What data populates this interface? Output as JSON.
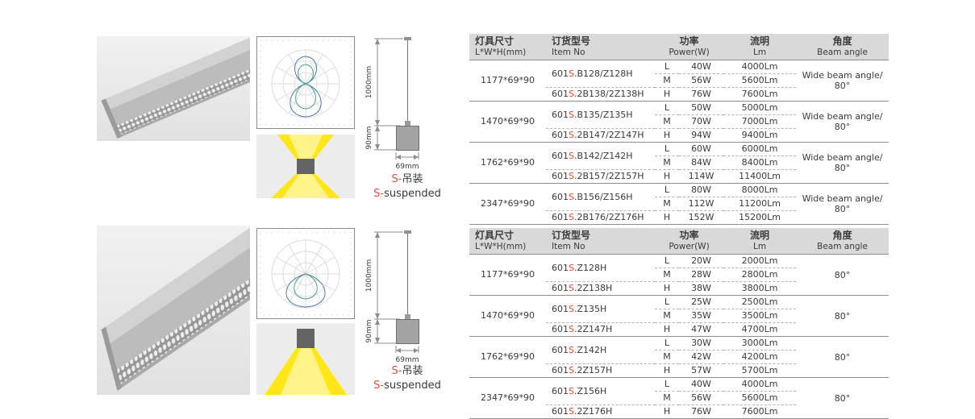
{
  "accent_color": "#e8503a",
  "suspension_label": {
    "prefix": "S-",
    "cn": "吊装",
    "en_prefix": "S-",
    "en": "suspended"
  },
  "dimensions": {
    "drop": "1000mm",
    "height": "90mm",
    "width": "69mm"
  },
  "table_headers": {
    "size_cn": "灯具尺寸",
    "size_en": "L*W*H(mm)",
    "item_cn": "订货型号",
    "item_en": "Item No",
    "power_cn": "功率",
    "power_en": "Power(W)",
    "lumen_cn": "流明",
    "lumen_en": "Lm",
    "angle_cn": "角度",
    "angle_en": "Beam angle"
  },
  "tables": [
    {
      "groups": [
        {
          "size": "1177*69*90",
          "item1": {
            "pre": "601",
            "s": "S",
            "rest": ".B128/Z128H"
          },
          "item2": {
            "pre": "601",
            "s": "S",
            "rest": ".2B138/2Z138H"
          },
          "rows": [
            {
              "mode": "L",
              "power": "40W",
              "lumen": "4000Lm"
            },
            {
              "mode": "M",
              "power": "56W",
              "lumen": "5600Lm"
            },
            {
              "mode": "H",
              "power": "76W",
              "lumen": "7600Lm"
            }
          ],
          "angle1": "Wide beam angle/",
          "angle2": "80°"
        },
        {
          "size": "1470*69*90",
          "item1": {
            "pre": "601",
            "s": "S",
            "rest": ".B135/Z135H"
          },
          "item2": {
            "pre": "601",
            "s": "S",
            "rest": ".2B147/2Z147H"
          },
          "rows": [
            {
              "mode": "L",
              "power": "50W",
              "lumen": "5000Lm"
            },
            {
              "mode": "M",
              "power": "70W",
              "lumen": "7000Lm"
            },
            {
              "mode": "H",
              "power": "94W",
              "lumen": "9400Lm"
            }
          ],
          "angle1": "Wide beam angle/",
          "angle2": "80°"
        },
        {
          "size": "1762*69*90",
          "item1": {
            "pre": "601",
            "s": "S",
            "rest": ".B142/Z142H"
          },
          "item2": {
            "pre": "601",
            "s": "S",
            "rest": ".2B157/2Z157H"
          },
          "rows": [
            {
              "mode": "L",
              "power": "60W",
              "lumen": "6000Lm"
            },
            {
              "mode": "M",
              "power": "84W",
              "lumen": "8400Lm"
            },
            {
              "mode": "H",
              "power": "114W",
              "lumen": "11400Lm"
            }
          ],
          "angle1": "Wide beam angle/",
          "angle2": "80°"
        },
        {
          "size": "2347*69*90",
          "item1": {
            "pre": "601",
            "s": "S",
            "rest": ".B156/Z156H"
          },
          "item2": {
            "pre": "601",
            "s": "S",
            "rest": ".2B176/2Z176H"
          },
          "rows": [
            {
              "mode": "L",
              "power": "80W",
              "lumen": "8000Lm"
            },
            {
              "mode": "M",
              "power": "112W",
              "lumen": "11200Lm"
            },
            {
              "mode": "H",
              "power": "152W",
              "lumen": "15200Lm"
            }
          ],
          "angle1": "Wide beam angle/",
          "angle2": "80°"
        }
      ]
    },
    {
      "groups": [
        {
          "size": "1177*69*90",
          "item1": {
            "pre": "601",
            "s": "S",
            "rest": ".Z128H"
          },
          "item2": {
            "pre": "601",
            "s": "S",
            "rest": ".2Z138H"
          },
          "rows": [
            {
              "mode": "L",
              "power": "20W",
              "lumen": "2000Lm"
            },
            {
              "mode": "M",
              "power": "28W",
              "lumen": "2800Lm"
            },
            {
              "mode": "H",
              "power": "38W",
              "lumen": "3800Lm"
            }
          ],
          "angle1": "80°",
          "angle2": ""
        },
        {
          "size": "1470*69*90",
          "item1": {
            "pre": "601",
            "s": "S",
            "rest": ".Z135H"
          },
          "item2": {
            "pre": "601",
            "s": "S",
            "rest": ".2Z147H"
          },
          "rows": [
            {
              "mode": "L",
              "power": "25W",
              "lumen": "2500Lm"
            },
            {
              "mode": "M",
              "power": "35W",
              "lumen": "3500Lm"
            },
            {
              "mode": "H",
              "power": "47W",
              "lumen": "4700Lm"
            }
          ],
          "angle1": "80°",
          "angle2": ""
        },
        {
          "size": "1762*69*90",
          "item1": {
            "pre": "601",
            "s": "S",
            "rest": ".Z142H"
          },
          "item2": {
            "pre": "601",
            "s": "S",
            "rest": ".2Z157H"
          },
          "rows": [
            {
              "mode": "L",
              "power": "30W",
              "lumen": "3000Lm"
            },
            {
              "mode": "M",
              "power": "42W",
              "lumen": "4200Lm"
            },
            {
              "mode": "H",
              "power": "57W",
              "lumen": "5700Lm"
            }
          ],
          "angle1": "80°",
          "angle2": ""
        },
        {
          "size": "2347*69*90",
          "item1": {
            "pre": "601",
            "s": "S",
            "rest": ".Z156H"
          },
          "item2": {
            "pre": "601",
            "s": "S",
            "rest": ".2Z176H"
          },
          "rows": [
            {
              "mode": "L",
              "power": "40W",
              "lumen": "4000Lm"
            },
            {
              "mode": "M",
              "power": "56W",
              "lumen": "5600Lm"
            },
            {
              "mode": "H",
              "power": "76W",
              "lumen": "7600Lm"
            }
          ],
          "angle1": "80°",
          "angle2": ""
        }
      ]
    }
  ]
}
